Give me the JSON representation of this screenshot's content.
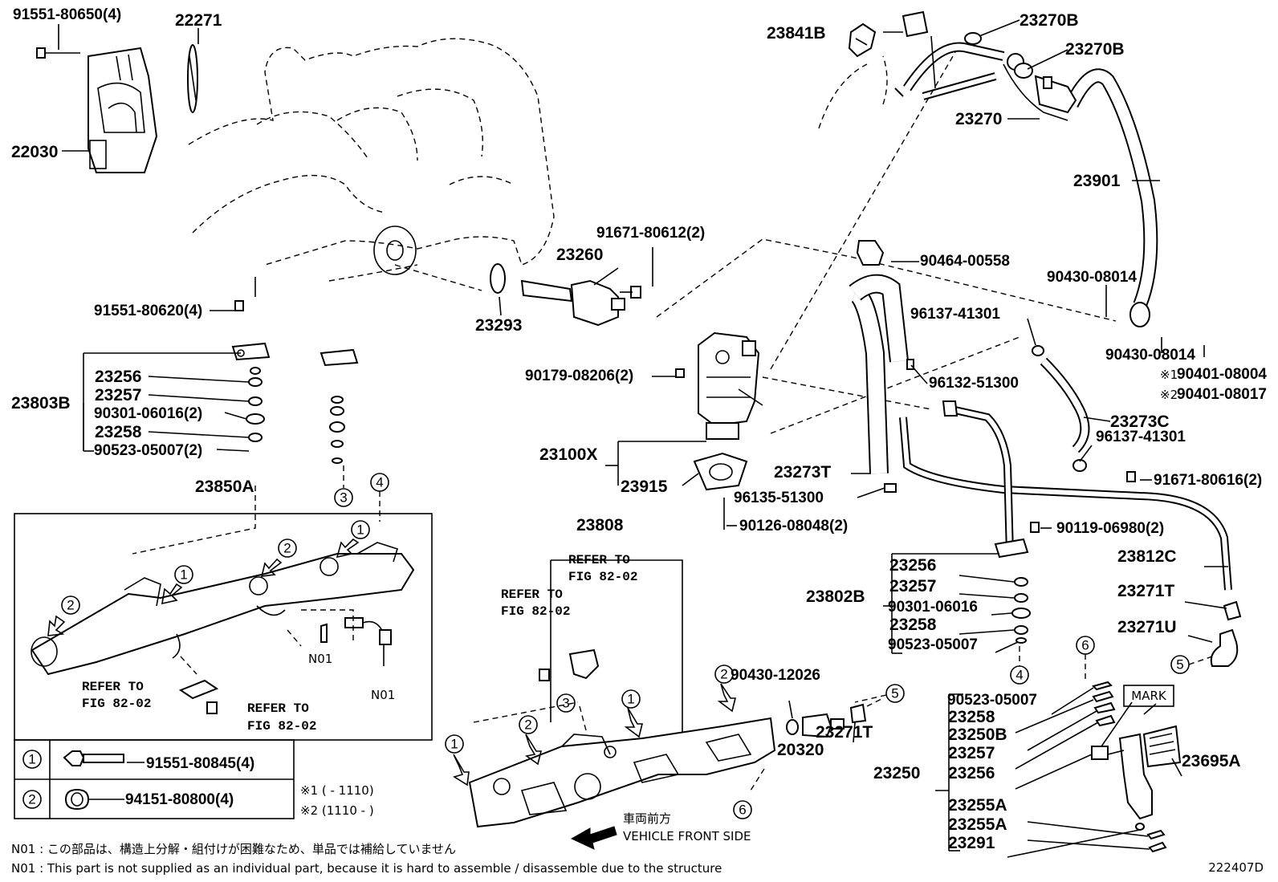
{
  "diagram_code": "222407D",
  "labels": {
    "p22030": "22030",
    "p22271": "22271",
    "p91551_80650": "91551-80650(4)",
    "p23260": "23260",
    "p91671_80612": "91671-80612(2)",
    "p23293": "23293",
    "p91551_80620": "91551-80620(4)",
    "p23803B": "23803B",
    "p23256a": "23256",
    "p23257a": "23257",
    "p90301a": "90301-06016(2)",
    "p23258a": "23258",
    "p90523a": "90523-05007(2)",
    "p23850A": "23850A",
    "p23841B": "23841B",
    "p23270B_1": "23270B",
    "p23270B_2": "23270B",
    "p23270": "23270",
    "p23901": "23901",
    "p90464": "90464-00558",
    "p90430_a": "90430-08014",
    "p90430_b": "90430-08014",
    "p96137_a": "96137-41301",
    "p90401_a": "90401-08004",
    "p90401_b": "90401-08017",
    "p90179": "90179-08206(2)",
    "p96132": "96132-51300",
    "p23273C": "23273C",
    "p96137_b": "96137-41301",
    "p23100X": "23100X",
    "p23273T": "23273T",
    "p91671_80616": "91671-80616(2)",
    "p23915": "23915",
    "p96135": "96135-51300",
    "p90126": "90126-08048(2)",
    "p90119": "90119-06980(2)",
    "p23808": "23808",
    "p23812C": "23812C",
    "p23802B": "23802B",
    "p23256b": "23256",
    "p23257b": "23257",
    "p90301b": "90301-06016",
    "p23258b": "23258",
    "p90523b": "90523-05007",
    "p23271T_a": "23271T",
    "p23271U": "23271U",
    "p90430_12026": "90430-12026",
    "p20320": "20320",
    "p23271T_b": "23271T",
    "p90523c": "90523-05007",
    "p23258c": "23258",
    "p23250B": "23250B",
    "p23257c": "23257",
    "p23250": "23250",
    "p23256c": "23256",
    "p23695A": "23695A",
    "p23255A_1": "23255A",
    "p23255A_2": "23255A",
    "p23291": "23291",
    "n01_a": "N01",
    "n01_b": "N01",
    "mark": "MARK",
    "refer_to": "REFER TO",
    "fig_ref": "FIG 82-02"
  },
  "legend": {
    "row1_id": "1",
    "row1_part": "91551-80845(4)",
    "row2_id": "2",
    "row2_part": "94151-80800(4)",
    "note1": "※1 (      - 1110)",
    "note2": "※2 (1110 -      )",
    "note1_mark": "※1",
    "note2_mark": "※2"
  },
  "front": {
    "jp": "車両前方",
    "en": "VEHICLE FRONT SIDE"
  },
  "footnotes": {
    "jp": "N01 : この部品は、構造上分解・組付けが困難なため、単品では補給していません",
    "en": "N01 : This part is not supplied as an individual part, because it is hard to assemble / disassemble due to the structure"
  },
  "callouts": [
    "1",
    "2",
    "3",
    "4",
    "5",
    "6"
  ]
}
